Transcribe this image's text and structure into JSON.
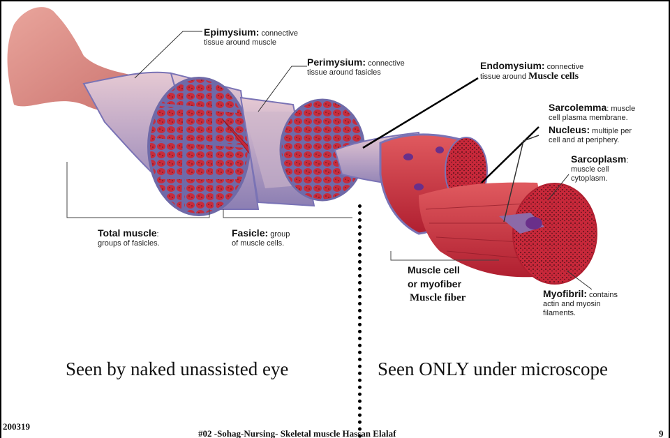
{
  "labels": {
    "epimysium": {
      "title": "Epimysium:",
      "desc1": " connective",
      "desc2": "tissue around muscle"
    },
    "perimysium": {
      "title": "Perimysium:",
      "desc1": " connective",
      "desc2": "tissue around fasicles"
    },
    "endomysium": {
      "title": "Endomysium:",
      "desc1": " connective",
      "desc2": "tissue around ",
      "desc2b": "Muscle cells"
    },
    "sarcolemma": {
      "title": "Sarcolemma",
      "desc1": ": muscle",
      "desc2": "cell plasma membrane."
    },
    "nucleus": {
      "title": "Nucleus:",
      "desc1": " multiple per",
      "desc2": "cell and at periphery."
    },
    "sarcoplasm": {
      "title": "Sarcoplasm",
      "desc1": ":",
      "desc2": "muscle cell",
      "desc3": "cytoplasm."
    },
    "total_muscle": {
      "title": "Total muscle",
      "desc1": ":",
      "desc2": "groups of fasicles."
    },
    "fasicle": {
      "title": "Fasicle:",
      "desc1": " group",
      "desc2": "of muscle cells."
    },
    "muscle_cell": {
      "line1": "Muscle cell",
      "line2": "or myofiber",
      "line3": "Muscle fiber"
    },
    "myofibril": {
      "title": "Myofibril:",
      "desc1": " contains",
      "desc2": "actin and myosin",
      "desc3": "filaments."
    }
  },
  "captions": {
    "left": "Seen by naked unassisted eye",
    "right": "Seen ONLY under microscope"
  },
  "footer": {
    "date": "200319",
    "title": "#02 -Sohag-Nursing- Skeletal muscle Hassan Elalaf",
    "page": "9"
  },
  "colors": {
    "muscle_red": "#c8283a",
    "connective_purple": "#7a73b5",
    "tendon_pink": "#d98a86"
  }
}
